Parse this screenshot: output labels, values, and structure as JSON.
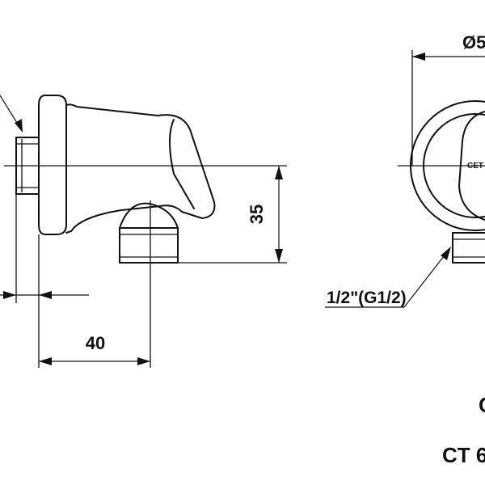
{
  "dimensions": {
    "width_40": "40",
    "height_35": "35",
    "diameter": "Ø5"
  },
  "thread": {
    "prefix": "1/2\"",
    "paren": "(G1/2)"
  },
  "logo_text": "CET",
  "model": {
    "line1": "C",
    "line2": "CT 6"
  }
}
